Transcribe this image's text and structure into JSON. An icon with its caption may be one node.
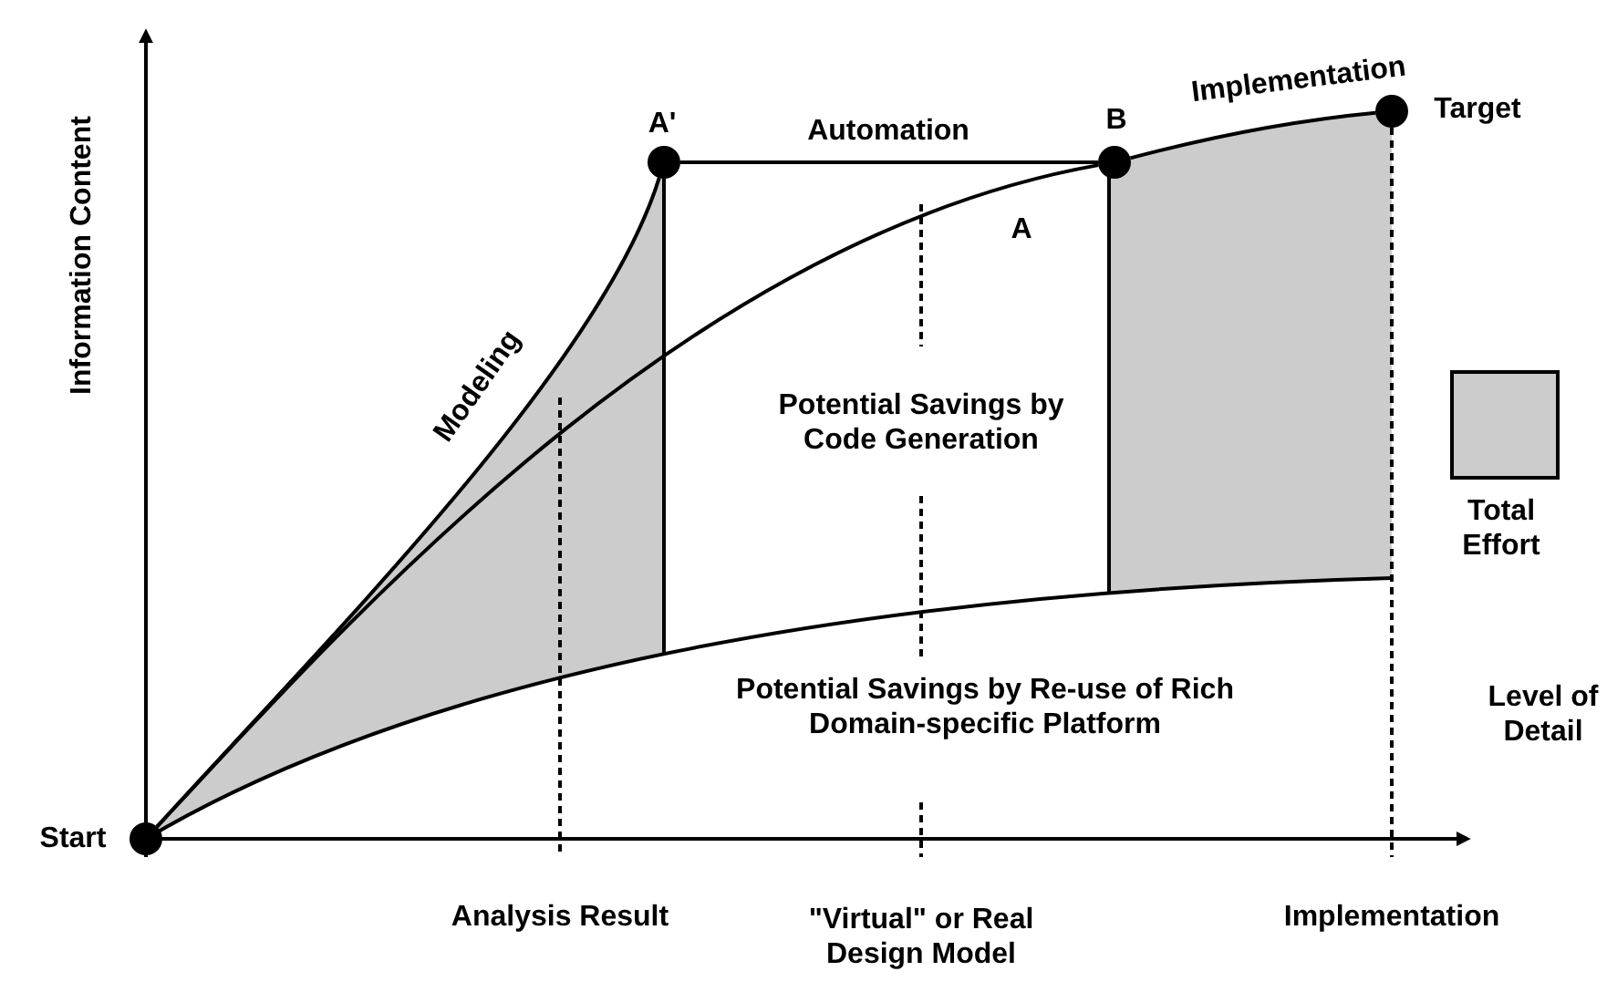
{
  "diagram": {
    "nodes": [
      {
        "text": [],
        "shape": "circle",
        "beside": [
          "Start"
        ]
      },
      {
        "text": [],
        "shape": "circle",
        "beside": [
          "A'"
        ]
      },
      {
        "text": [],
        "shape": "circle",
        "beside": [
          "B"
        ]
      },
      {
        "text": [],
        "shape": "circle",
        "beside": [
          "Target"
        ]
      }
    ],
    "edges": [
      {
        "from": 0,
        "to": 1,
        "arrow": "none",
        "label": "Modeling"
      },
      {
        "from": 1,
        "to": 2,
        "arrow": "none",
        "label": "Automation"
      },
      {
        "from": 2,
        "to": 3,
        "arrow": "none",
        "label": "Implementation"
      },
      {
        "from": 0,
        "to": 2,
        "arrow": "none"
      }
    ],
    "labels": [
      "Information Content",
      "A",
      "Potential Savings by Code Generation",
      "Potential Savings by Re-use of Rich Domain-specific Platform",
      "Level of Detail",
      "Analysis Result",
      "\"Virtual\" or Real Design Model",
      "Implementation"
    ],
    "legend": [
      {
        "text": "Total Effort",
        "color": "#cccccc"
      }
    ]
  }
}
